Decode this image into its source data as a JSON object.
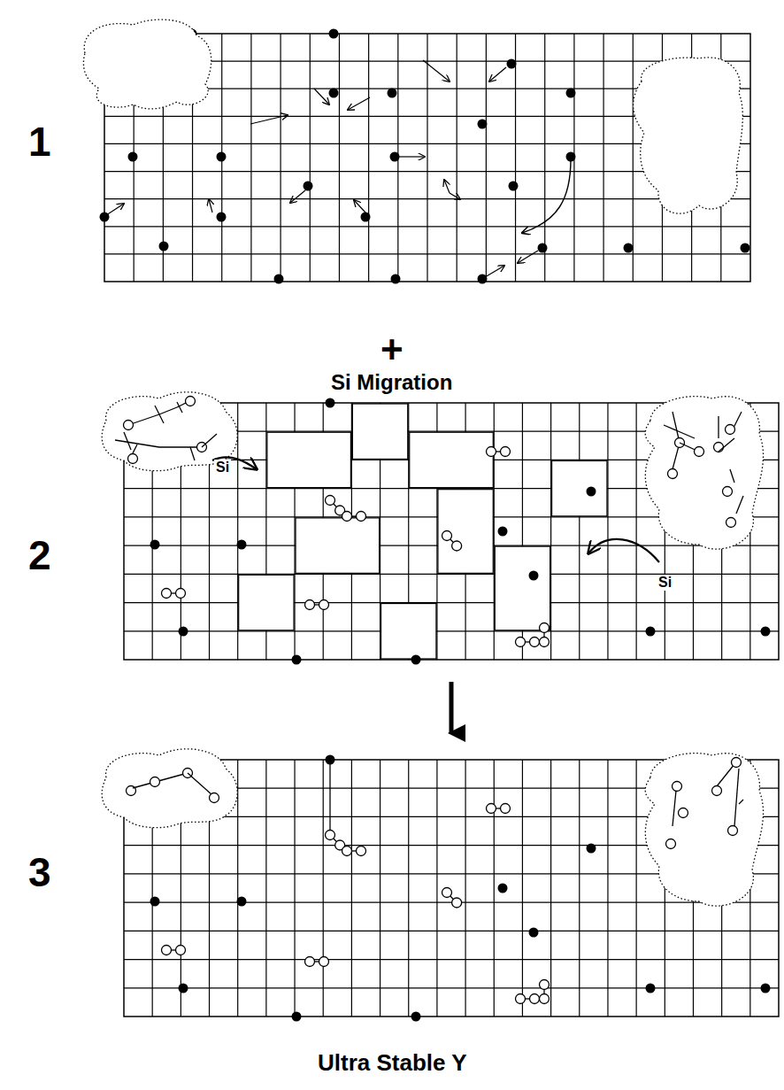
{
  "diagram": {
    "labels": [
      "1",
      "+",
      "Si Migration",
      "2",
      "Si",
      "Si",
      "3",
      "Ultra Stable Y"
    ]
  }
}
